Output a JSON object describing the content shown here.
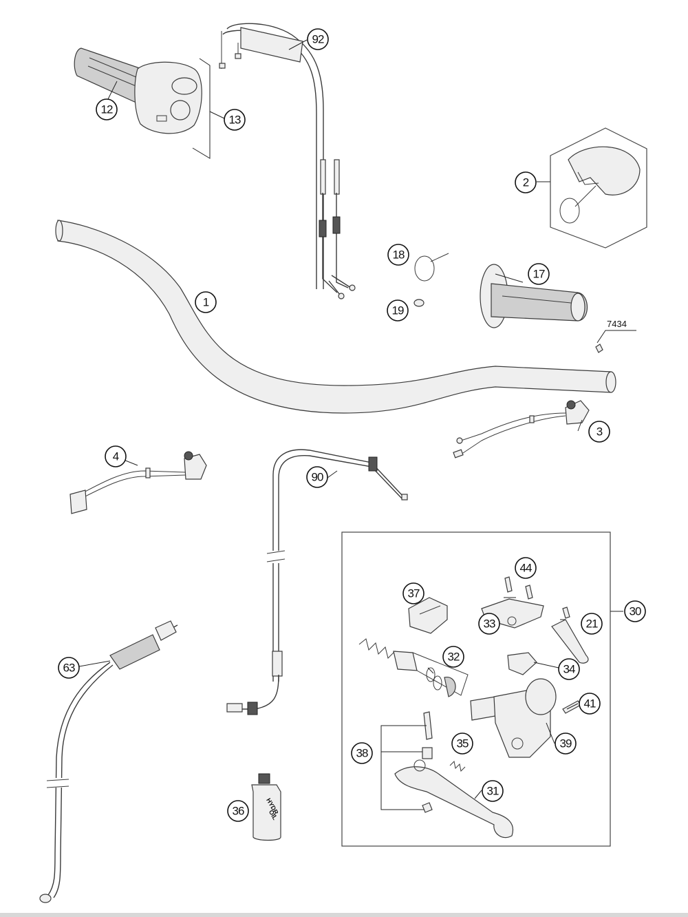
{
  "diagram": {
    "callouts": [
      "92",
      "13",
      "12",
      "2",
      "18",
      "17",
      "1",
      "19",
      "7434",
      "3",
      "4",
      "90",
      "44",
      "37",
      "30",
      "21",
      "33",
      "32",
      "34",
      "41",
      "39",
      "63",
      "35",
      "38",
      "31",
      "36"
    ],
    "oil_label_line1": "HYDR.",
    "oil_label_line2": "OIL"
  }
}
